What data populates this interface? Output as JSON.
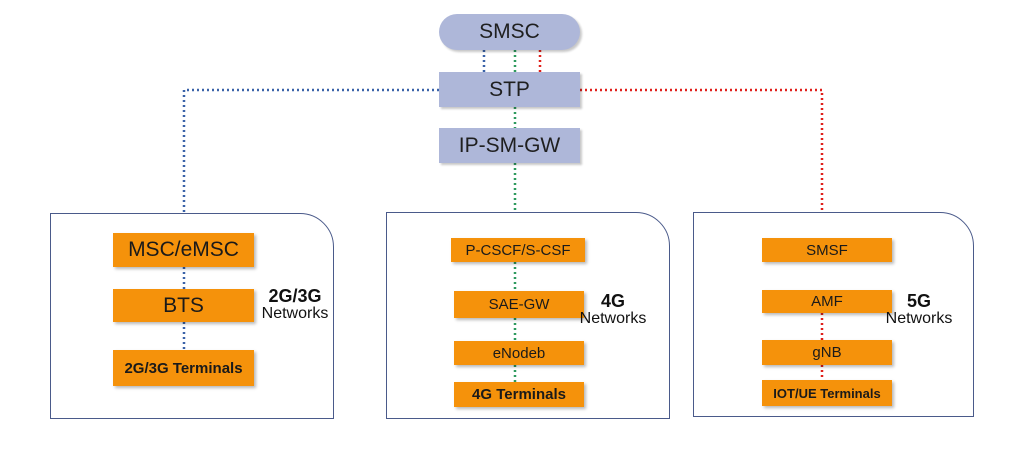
{
  "core": {
    "smsc": "SMSC",
    "stp": "STP",
    "ipsmgw": "IP-SM-GW"
  },
  "networks": {
    "legacy": {
      "nodes": [
        "MSC/eMSC",
        "BTS",
        "2G/3G Terminals"
      ],
      "generation": "2G/3G",
      "label": "Networks"
    },
    "lte": {
      "nodes": [
        "P-CSCF/S-CSF",
        "SAE-GW",
        "eNodeb",
        "4G Terminals"
      ],
      "generation": "4G",
      "label": "Networks"
    },
    "nr": {
      "nodes": [
        "SMSF",
        "AMF",
        "gNB",
        "IOT/UE Terminals"
      ],
      "generation": "5G",
      "label": "Networks"
    }
  },
  "colors": {
    "legacy_link": "#3a62a8",
    "lte_link": "#2e9a5e",
    "nr_link": "#e0201b",
    "core_node": "#aeb7d9",
    "access_node": "#f5920b",
    "panel_border": "#4a5a8a"
  }
}
